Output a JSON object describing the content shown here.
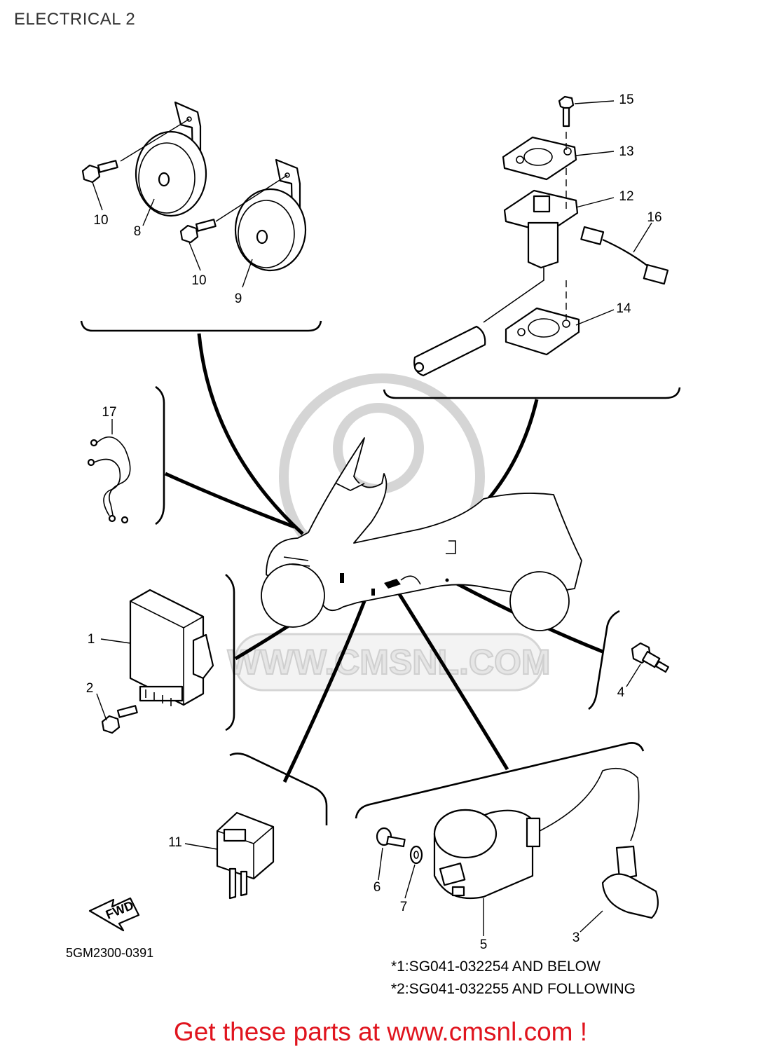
{
  "header": {
    "title": "ELECTRICAL 2"
  },
  "watermark": {
    "text": "WWW.CMSNL.COM"
  },
  "callouts": [
    "1",
    "2",
    "3",
    "4",
    "5",
    "6",
    "7",
    "8",
    "9",
    "10",
    "10",
    "11",
    "12",
    "13",
    "14",
    "15",
    "16",
    "17"
  ],
  "diagram_code": "5GM2300-0391",
  "fwd_label": "FWD",
  "notes": [
    "*1:SG041-032254 AND BELOW",
    "*2:SG041-032255 AND FOLLOWING"
  ],
  "footer": {
    "cta": "Get these parts at www.cmsnl.com !",
    "cta_color": "#e0141e"
  }
}
